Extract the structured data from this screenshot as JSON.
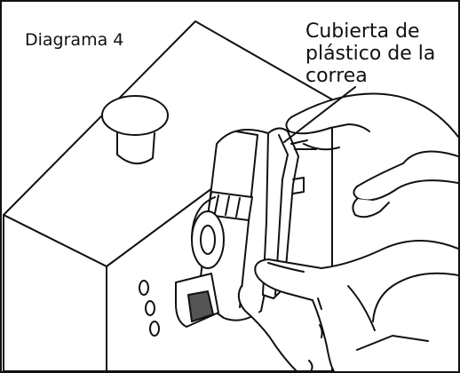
{
  "figure": {
    "label": "Diagrama 4",
    "callout_lines": [
      "Cubierta de",
      "plástico de la",
      "correa"
    ]
  },
  "colors": {
    "ink": "#111111",
    "paper": "#ffffff",
    "shading": "#666666"
  }
}
